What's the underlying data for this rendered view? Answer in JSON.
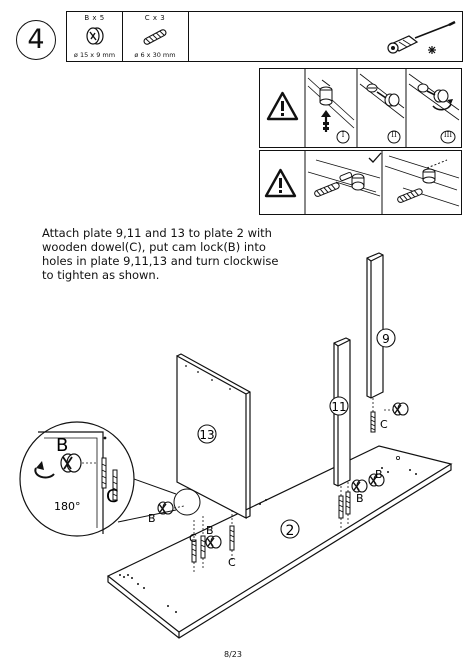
{
  "step": {
    "number": "4"
  },
  "parts": [
    {
      "code": "B x 5",
      "size": "ø 15 x 9 mm",
      "icon": "cam-lock-icon"
    },
    {
      "code": "C x 3",
      "size": "ø 6 x 30 mm",
      "icon": "wooden-dowel-icon"
    }
  ],
  "tool": {
    "icon": "screwdriver-icon"
  },
  "warning_steps": [
    "I",
    "II",
    "III"
  ],
  "instruction": "Attach plate 9,11 and 13 to plate 2 with\nwooden dowel(C), put cam lock(B) into\nholes in plate 9,11,13 and turn clockwise\nto tighten as shown.",
  "plates": {
    "p2": "2",
    "p9": "9",
    "p11": "11",
    "p13": "13"
  },
  "hardware_labels": {
    "cam": "B",
    "dowel": "C"
  },
  "detail": {
    "cam": "B",
    "dowel": "C",
    "angle": "180°"
  },
  "page": {
    "number": "8/23"
  }
}
